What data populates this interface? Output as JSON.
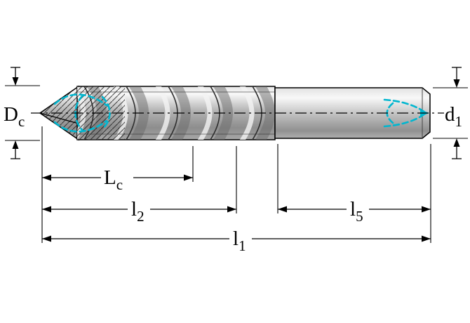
{
  "drawing": {
    "title": "drill-dimension-diagram",
    "labels": {
      "Dc": {
        "base": "D",
        "sub": "c"
      },
      "d1": {
        "base": "d",
        "sub": "1"
      },
      "Lc": {
        "base": "L",
        "sub": "c"
      },
      "l2": {
        "base": "l",
        "sub": "2"
      },
      "l5": {
        "base": "l",
        "sub": "5"
      },
      "l1": {
        "base": "l",
        "sub": "1"
      }
    },
    "colors": {
      "coolant": "#00b6cf",
      "outline": "#000000",
      "body_gray": "#a8a8a8",
      "background": "#ffffff"
    }
  }
}
